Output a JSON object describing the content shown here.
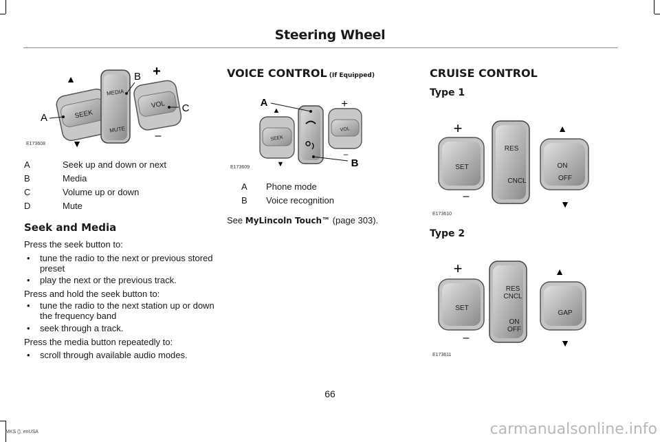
{
  "header": {
    "title": "Steering Wheel"
  },
  "figure1": {
    "code": "E173608",
    "labels": {
      "a": "A",
      "b": "B",
      "c": "C",
      "plus": "+",
      "minus": "–",
      "up": "▲",
      "down": "▼"
    },
    "buttons": {
      "seek": "SEEK",
      "media": "MEDIA",
      "mute": "MUTE",
      "vol": "VOL"
    }
  },
  "legend1": [
    {
      "key": "A",
      "text": "Seek up and down or next"
    },
    {
      "key": "B",
      "text": "Media"
    },
    {
      "key": "C",
      "text": "Volume up or down"
    },
    {
      "key": "D",
      "text": "Mute"
    }
  ],
  "seek_media": {
    "heading": "Seek and Media",
    "intro1": "Press the seek button to:",
    "bullets1": [
      "tune the radio to the next or previous stored preset",
      "play the next or the previous track."
    ],
    "intro2": "Press and hold the seek button to:",
    "bullets2": [
      "tune the radio to the next station up or down the frequency band",
      "seek through a track."
    ],
    "intro3": "Press the media button repeatedly to:",
    "bullets3": [
      "scroll through available audio modes."
    ],
    "bullet_char": "•"
  },
  "voice": {
    "heading": "VOICE CONTROL",
    "heading_suffix": " (If Equipped)",
    "figure": {
      "code": "E173609",
      "labels": {
        "a": "A",
        "b": "B",
        "plus": "+",
        "minus": "–",
        "up": "▲",
        "down": "▼"
      },
      "buttons": {
        "seek": "SEEK",
        "vol": "VOL"
      }
    },
    "legend": [
      {
        "key": "A",
        "text": "Phone mode"
      },
      {
        "key": "B",
        "text": "Voice recognition"
      }
    ],
    "see_prefix": "See ",
    "see_link": "MyLincoln Touch™",
    "see_suffix": " (page 303)."
  },
  "cruise": {
    "heading": "CRUISE CONTROL",
    "type1": {
      "label": "Type 1",
      "code": "E173610",
      "buttons": {
        "set": "SET",
        "res": "RES",
        "cncl": "CNCL",
        "on": "ON",
        "off": "OFF"
      },
      "signs": {
        "plus": "+",
        "minus": "–",
        "up": "▲",
        "down": "▼"
      }
    },
    "type2": {
      "label": "Type 2",
      "code": "E173611",
      "buttons": {
        "set": "SET",
        "res": "RES",
        "cncl": "CNCL",
        "on": "ON",
        "off": "OFF",
        "gap": "GAP"
      },
      "signs": {
        "plus": "+",
        "minus": "–",
        "up": "▲",
        "down": "▼"
      }
    }
  },
  "page_number": "66",
  "footer": "MKS (), enUSA",
  "watermark": "carmanualsonline.info"
}
